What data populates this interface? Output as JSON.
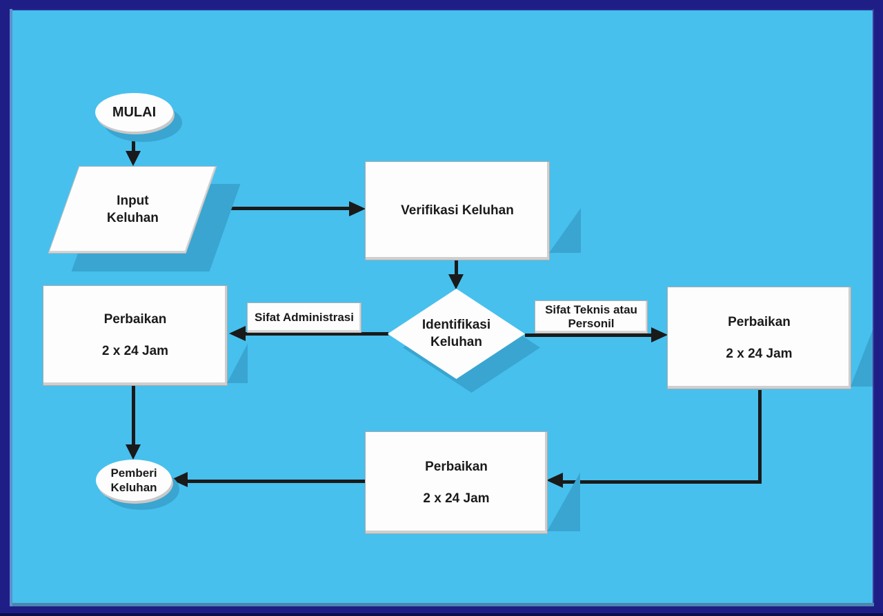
{
  "colors": {
    "background": "#47C0EE",
    "frame": "#1E1E86",
    "frame_bottom_dark": "#0D0D4C",
    "shape_fill": "#FDFDFD",
    "drop_shadow": "#3AA5D1",
    "line_ink": "#1A1A1A"
  },
  "nodes": {
    "start": {
      "label": "MULAI"
    },
    "input": {
      "line1": "Input",
      "line2": "Keluhan"
    },
    "verify": {
      "label": "Verifikasi Keluhan"
    },
    "identify": {
      "line1": "Identifikasi",
      "line2": "Keluhan"
    },
    "fix_left": {
      "line1": "Perbaikan",
      "line2": "2 x 24 Jam"
    },
    "fix_right": {
      "line1": "Perbaikan",
      "line2": "2 x 24 Jam"
    },
    "fix_bottom": {
      "line1": "Perbaikan",
      "line2": "2 x 24 Jam"
    },
    "end": {
      "line1": "Pemberi",
      "line2": "Keluhan"
    }
  },
  "edge_labels": {
    "administrasi": {
      "label": "Sifat Administrasi"
    },
    "teknis": {
      "line1": "Sifat Teknis atau",
      "line2": "Personil"
    }
  }
}
